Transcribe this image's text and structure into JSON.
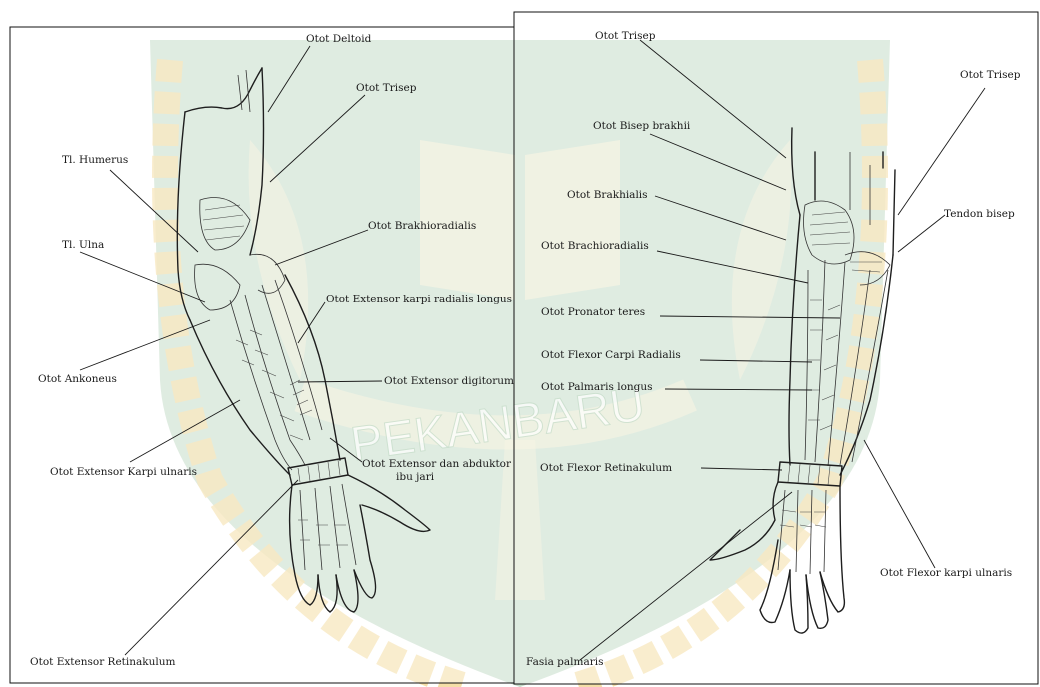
{
  "watermark": {
    "text": "PEKANBARU",
    "colors": {
      "green": "#3f8a4a",
      "yellow": "#e9b437",
      "cream": "#f3e2a6"
    }
  },
  "left_panel": {
    "labels": {
      "deltoid": "Otot Deltoid",
      "trisep": "Otot Trisep",
      "humerus": "Tl. Humerus",
      "ulna": "Tl. Ulna",
      "brakhioradialis": "Otot Brakhioradialis",
      "ext_karpi_radialis": "Otot Extensor karpi radialis longus",
      "ankoneus": "Otot Ankoneus",
      "ext_digitorum": "Otot Extensor digitorum",
      "ext_karpi_ulnaris": "Otot Extensor Karpi ulnaris",
      "ext_abduktor_1": "Otot Extensor dan abduktor",
      "ext_abduktor_2": "ibu jari",
      "ext_retinakulum": "Otot Extensor Retinakulum"
    }
  },
  "right_panel": {
    "labels": {
      "trisep": "Otot Trisep",
      "trisep_2": "Otot Trisep",
      "bisep": "Otot Bisep brakhii",
      "brakhialis": "Otot Brakhialis",
      "brachioradialis": "Otot Brachioradialis",
      "tendon_bisep": "Tendon bisep",
      "pronator": "Otot Pronator teres",
      "flexor_carpi_radialis": "Otot Flexor Carpi Radialis",
      "palmaris": "Otot Palmaris longus",
      "flexor_retinakulum": "Otot Flexor Retinakulum",
      "flexor_karpi_ulnaris": "Otot Flexor karpi ulnaris",
      "fasia": "Fasia palmaris"
    }
  }
}
